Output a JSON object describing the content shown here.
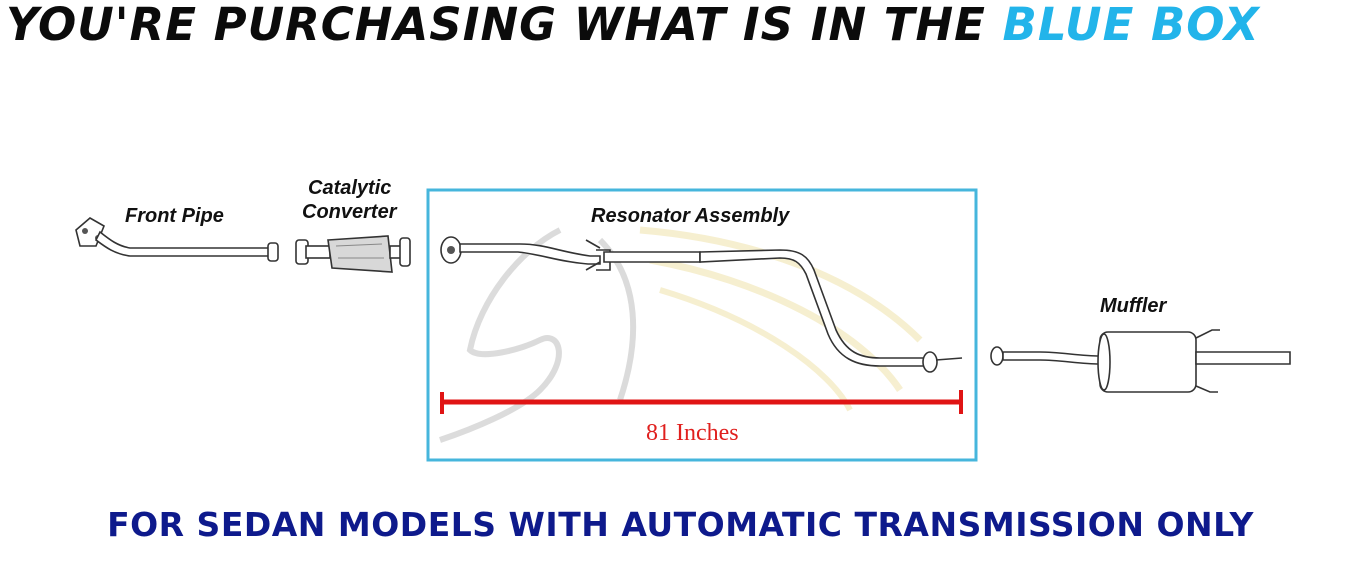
{
  "headline": {
    "prefix": "YOU'RE PURCHASING WHAT IS IN THE ",
    "highlight": "BLUE BOX"
  },
  "labels": {
    "front_pipe": "Front Pipe",
    "catalytic_line1": "Catalytic",
    "catalytic_line2": "Converter",
    "resonator": "Resonator Assembly",
    "muffler": "Muffler",
    "measurement": "81 Inches"
  },
  "footer": "FOR SEDAN MODELS WITH AUTOMATIC TRANSMISSION ONLY",
  "colors": {
    "highlight_box": "#46b6dc",
    "measure_line": "#e01414",
    "footer_text": "#0e1a8c",
    "headline_blue": "#22b4ea"
  }
}
